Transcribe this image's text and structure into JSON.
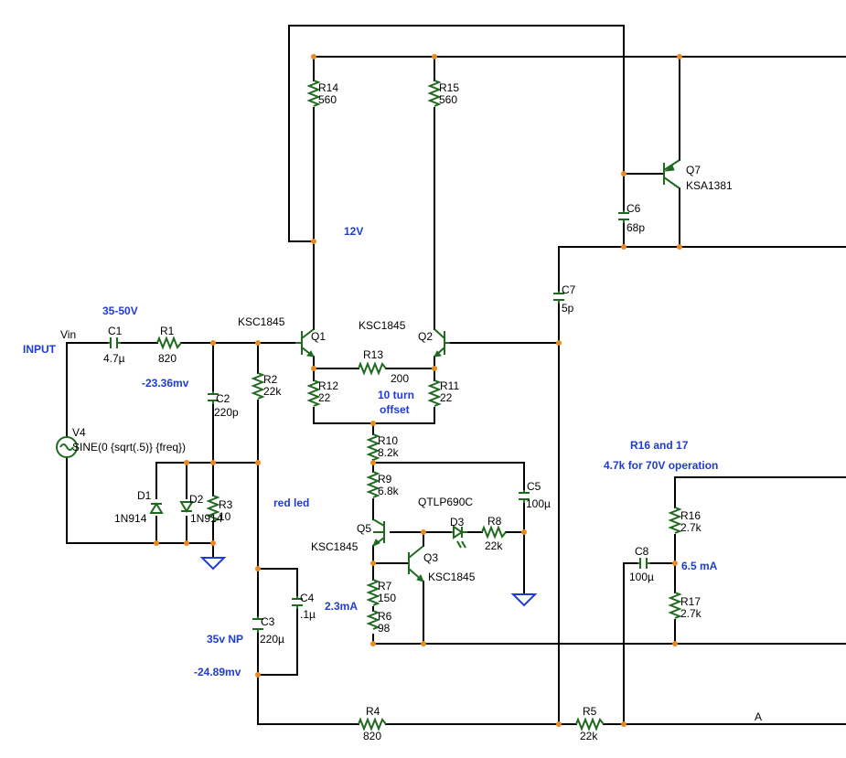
{
  "colors": {
    "wire": "#000000",
    "component": "#1f6a1f",
    "annotation": "#1e3bd8",
    "junction": "#e88a1e",
    "background": "#ffffff"
  },
  "resistors": [
    {
      "ref": "R14",
      "value": "560"
    },
    {
      "ref": "R15",
      "value": "560"
    },
    {
      "ref": "R1",
      "value": "820"
    },
    {
      "ref": "R2",
      "value": "22k"
    },
    {
      "ref": "R12",
      "value": "22"
    },
    {
      "ref": "R13",
      "value": "200"
    },
    {
      "ref": "R11",
      "value": "22"
    },
    {
      "ref": "R10",
      "value": "8.2k"
    },
    {
      "ref": "R9",
      "value": "6.8k"
    },
    {
      "ref": "R3",
      "value": "10"
    },
    {
      "ref": "R8",
      "value": "22k"
    },
    {
      "ref": "R7",
      "value": "150"
    },
    {
      "ref": "R6",
      "value": "98"
    },
    {
      "ref": "R4",
      "value": "820"
    },
    {
      "ref": "R5",
      "value": "22k"
    },
    {
      "ref": "R16",
      "value": "2.7k"
    },
    {
      "ref": "R17",
      "value": "2.7k"
    }
  ],
  "capacitors": [
    {
      "ref": "C1",
      "value": "4.7µ"
    },
    {
      "ref": "C2",
      "value": "220p"
    },
    {
      "ref": "C3",
      "value": "220µ"
    },
    {
      "ref": "C4",
      "value": ".1µ"
    },
    {
      "ref": "C5",
      "value": "100µ"
    },
    {
      "ref": "C6",
      "value": "68p"
    },
    {
      "ref": "C7",
      "value": "5p"
    },
    {
      "ref": "C8",
      "value": "100µ"
    }
  ],
  "transistors": [
    {
      "ref": "Q1",
      "part": "KSC1845"
    },
    {
      "ref": "Q2",
      "part": "KSC1845"
    },
    {
      "ref": "Q3",
      "part": "KSC1845"
    },
    {
      "ref": "Q5",
      "part": "KSC1845"
    },
    {
      "ref": "Q7",
      "part": "KSA1381"
    }
  ],
  "diodes": [
    {
      "ref": "D1",
      "part": "1N914"
    },
    {
      "ref": "D2",
      "part": "1N914"
    },
    {
      "ref": "D3",
      "part": "QTLP690C"
    }
  ],
  "source": {
    "ref": "V4",
    "value": "SINE(0 {sqrt(.5)} {freq})"
  },
  "net_labels": {
    "vin": "Vin",
    "node_a": "A"
  },
  "annotations": {
    "input": "INPUT",
    "supply_range": "35-50V",
    "v_neg1": "-23.36mv",
    "v_12": "12V",
    "offset": [
      "10 turn",
      "offset"
    ],
    "red_led": "red led",
    "i_23": "2.3mA",
    "np": "35v NP",
    "v_neg2": "-24.89mv",
    "r16_17_title": "R16 and 17",
    "r16_17_note": "4.7k for 70V operation",
    "i_65": "6.5 mA"
  }
}
